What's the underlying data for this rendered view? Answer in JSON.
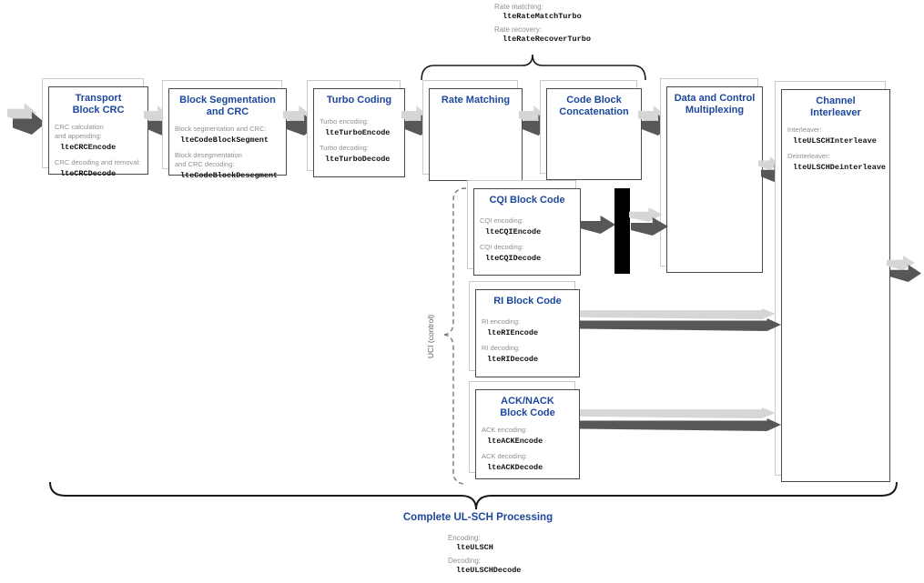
{
  "top_annotation": {
    "rate_matching_label": "Rate matching:",
    "rate_matching_fn": "lteRateMatchTurbo",
    "rate_recovery_label": "Rate recovery:",
    "rate_recovery_fn": "lteRateRecoverTurbo"
  },
  "boxes": {
    "transport_crc": {
      "title": "Transport\nBlock CRC",
      "label1": "CRC calculation\nand appending:",
      "fn1": "lteCRCEncode",
      "label2": "CRC decoding and removal:",
      "fn2": "lteCRCDecode"
    },
    "block_seg": {
      "title": "Block Segmentation\nand CRC",
      "label1": "Block segmentation and CRC:",
      "fn1": "lteCodeBlockSegment",
      "label2": "Block desegmentation\nand CRC decoding:",
      "fn2": "lteCodeBlockDesegment"
    },
    "turbo": {
      "title": "Turbo Coding",
      "label1": "Turbo encoding:",
      "fn1": "lteTurboEncode",
      "label2": "Turbo decoding:",
      "fn2": "lteTurboDecode"
    },
    "rate_matching": {
      "title": "Rate Matching"
    },
    "code_concat": {
      "title": "Code Block\nConcatenation"
    },
    "mux": {
      "title": "Data and Control\nMultiplexing"
    },
    "interleaver": {
      "title": "Channel\nInterleaver",
      "label1": "Interleaver:",
      "fn1": "lteULSCHInterleave",
      "label2": "Deinterleaver:",
      "fn2": "lteULSCHDeinterleave"
    },
    "cqi": {
      "title": "CQI Block Code",
      "label1": "CQI encoding:",
      "fn1": "lteCQIEncode",
      "label2": "CQI decoding:",
      "fn2": "lteCQIDecode"
    },
    "ri": {
      "title": "RI Block Code",
      "label1": "RI encoding:",
      "fn1": "lteRIEncode",
      "label2": "RI decoding:",
      "fn2": "lteRIDecode"
    },
    "ack": {
      "title": "ACK/NACK\nBlock Code",
      "label1": "ACK encoding:",
      "fn1": "lteACKEncode",
      "label2": "ACK decoding:",
      "fn2": "lteACKDecode"
    }
  },
  "uci_label": "UCI (control)",
  "bottom": {
    "title": "Complete UL-SCH Processing",
    "encoding_label": "Encoding:",
    "encoding_fn": "lteULSCH",
    "decoding_label": "Decoding:",
    "decoding_fn": "lteULSCHDecode"
  },
  "colors": {
    "title_blue": "#1c479c",
    "label_gray": "#8f8f8f",
    "arrow_dark": "#575757",
    "arrow_light": "#d6d6d6",
    "black_bar": "#000000"
  }
}
